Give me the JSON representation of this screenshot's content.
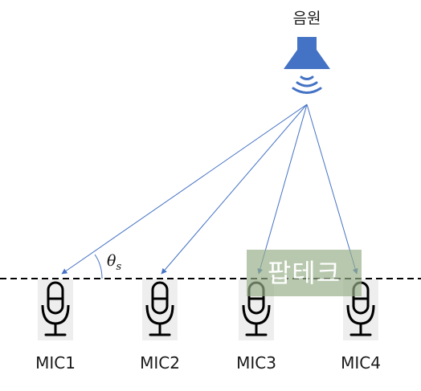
{
  "source": {
    "label": "음원",
    "icon": "speaker-icon",
    "color": "#4472c4"
  },
  "angle_label": {
    "symbol": "θ",
    "subscript": "s"
  },
  "microphones": [
    {
      "label": "MIC1",
      "icon": "microphone-icon"
    },
    {
      "label": "MIC2",
      "icon": "microphone-icon"
    },
    {
      "label": "MIC3",
      "icon": "microphone-icon"
    },
    {
      "label": "MIC4",
      "icon": "microphone-icon"
    }
  ],
  "watermark": {
    "text": "팝테크"
  },
  "colors": {
    "arrow": "#4472c4",
    "baseline": "#000000",
    "mic_background": "#eeeeee",
    "mic_stroke": "#000000",
    "watermark": "#96ae87"
  }
}
